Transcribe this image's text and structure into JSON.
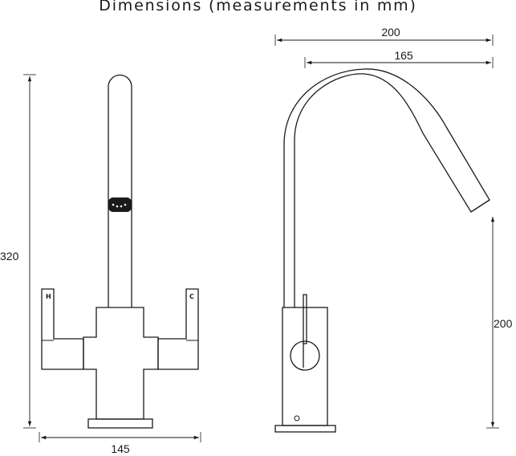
{
  "title": "Dimensions (measurements in mm)",
  "dimensions": {
    "front_height": "320",
    "front_width": "145",
    "side_overall_width": "200",
    "side_spout_reach": "165",
    "side_spout_height": "200"
  },
  "lever_labels": {
    "hot": "H",
    "cold": "C"
  }
}
